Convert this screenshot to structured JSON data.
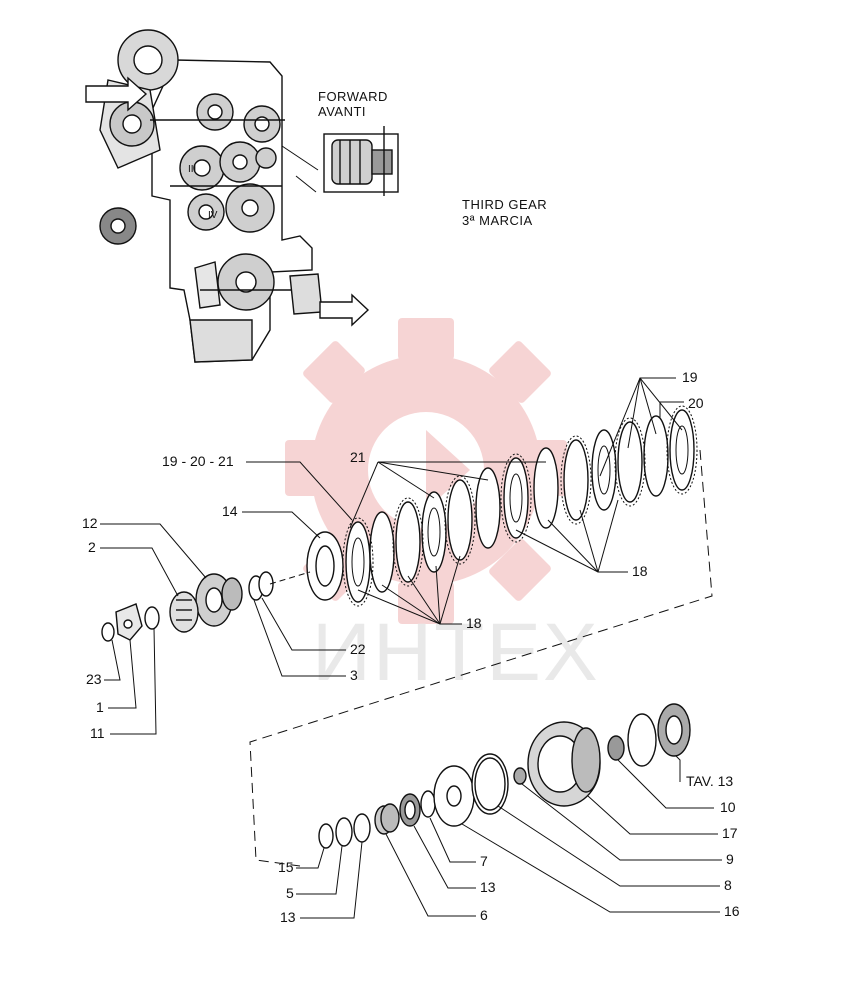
{
  "captions": {
    "forward_en": "FORWARD",
    "forward_it": "AVANTI",
    "gear_en": "THIRD GEAR",
    "gear_it": "3ª MARCIA"
  },
  "watermark": "ИНТЕХ",
  "callouts": {
    "n19": "19",
    "n20": "20",
    "n21": "21",
    "n192021": "19 - 20 - 21",
    "n18a": "18",
    "n18b": "18",
    "n14": "14",
    "n12": "12",
    "n2": "2",
    "n22": "22",
    "n3": "3",
    "n23": "23",
    "n1": "1",
    "n11": "11",
    "tav13": "TAV. 13",
    "n10": "10",
    "n17": "17",
    "n9": "9",
    "n8": "8",
    "n16": "16",
    "n15": "15",
    "n7": "7",
    "n5": "5",
    "n13a": "13",
    "n13b": "13",
    "n6": "6"
  },
  "colors": {
    "ink": "#111111",
    "watermark_red": "#f4c7c7",
    "watermark_grey": "#e9e9e9"
  }
}
